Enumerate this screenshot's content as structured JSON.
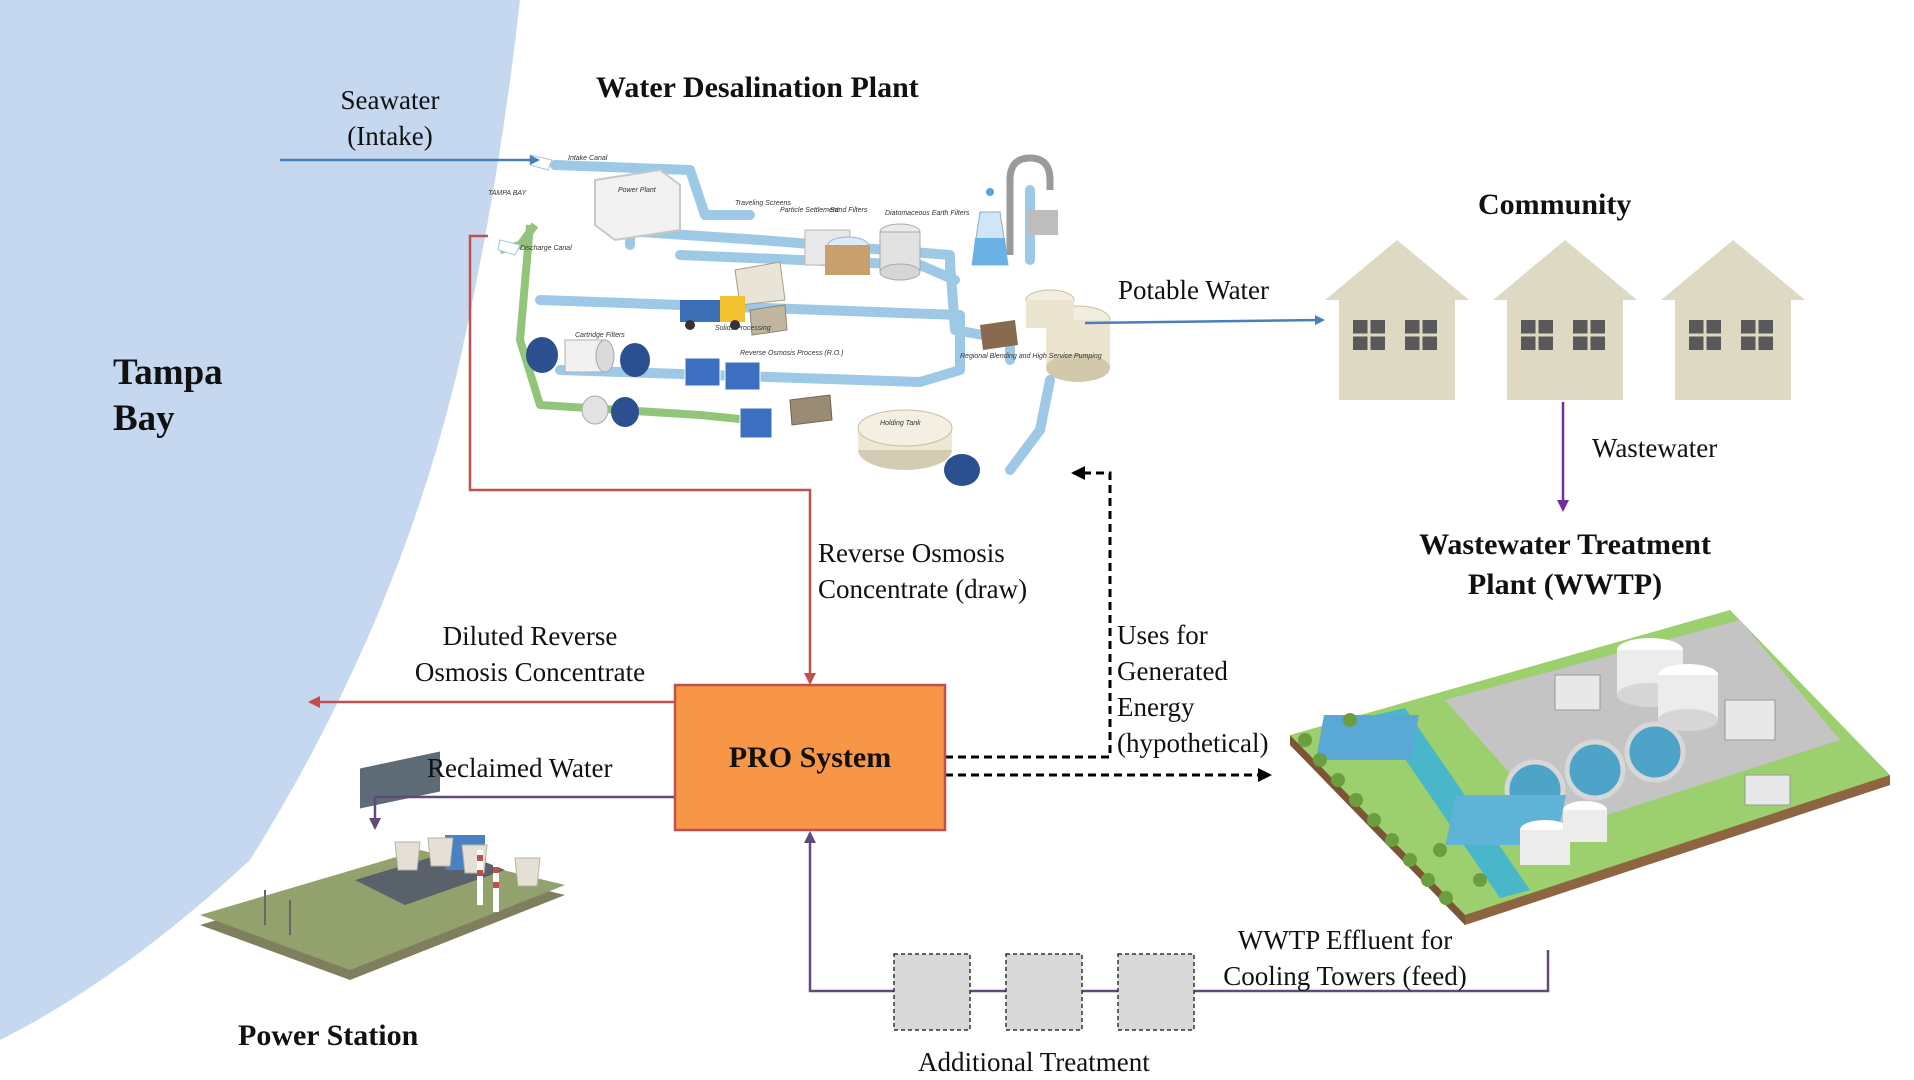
{
  "locations": {
    "bay": "Tampa Bay",
    "desal_plant": "Water Desalination Plant",
    "community": "Community",
    "wwtp": "Wastewater Treatment Plant (WWTP)",
    "power_station": "Power Station"
  },
  "system": {
    "pro": "PRO System"
  },
  "flows": {
    "seawater_intake": "Seawater (Intake)",
    "potable_water": "Potable Water",
    "wastewater": "Wastewater",
    "ro_concentrate": "Reverse Osmosis Concentrate (draw)",
    "diluted_ro": "Diluted Reverse Osmosis Concentrate",
    "reclaimed_water": "Reclaimed Water",
    "generated_energy": "Uses for Generated Energy (hypothetical)",
    "wwtp_effluent": "WWTP Effluent for Cooling Towers (feed)",
    "additional_treatment": "Additional Treatment"
  },
  "plant_labels": {
    "intake_canal": "Intake Canal",
    "discharge_canal": "Discharge Canal",
    "power_plant": "Power Plant",
    "tampa_bay_small": "TAMPA BAY",
    "travelling_screens": "Traveling Screens",
    "particle_settlement": "Particle Settlement",
    "sand_filters": "Sand Filters",
    "diatomaceous": "Diatomaceous Earth Filters",
    "cartridge_filters": "Cartridge Filters",
    "ro_process": "Reverse Osmosis Process (R.O.)",
    "solids_processing": "Solids Processing",
    "holding_tank": "Holding Tank",
    "blending": "Regional Blending and High Service Pumping"
  },
  "colors": {
    "bay": "#c5d8f0",
    "pro_fill": "#f79646",
    "pro_border": "#c0504d",
    "flow_blue": "#4a7ebb",
    "flow_red": "#c0504d",
    "flow_purple": "#604a7b",
    "wastewater_line": "#7030a0",
    "house": "#ddd9c3",
    "pipe": "#9ec9e6",
    "green_pipe": "#92c47a"
  }
}
